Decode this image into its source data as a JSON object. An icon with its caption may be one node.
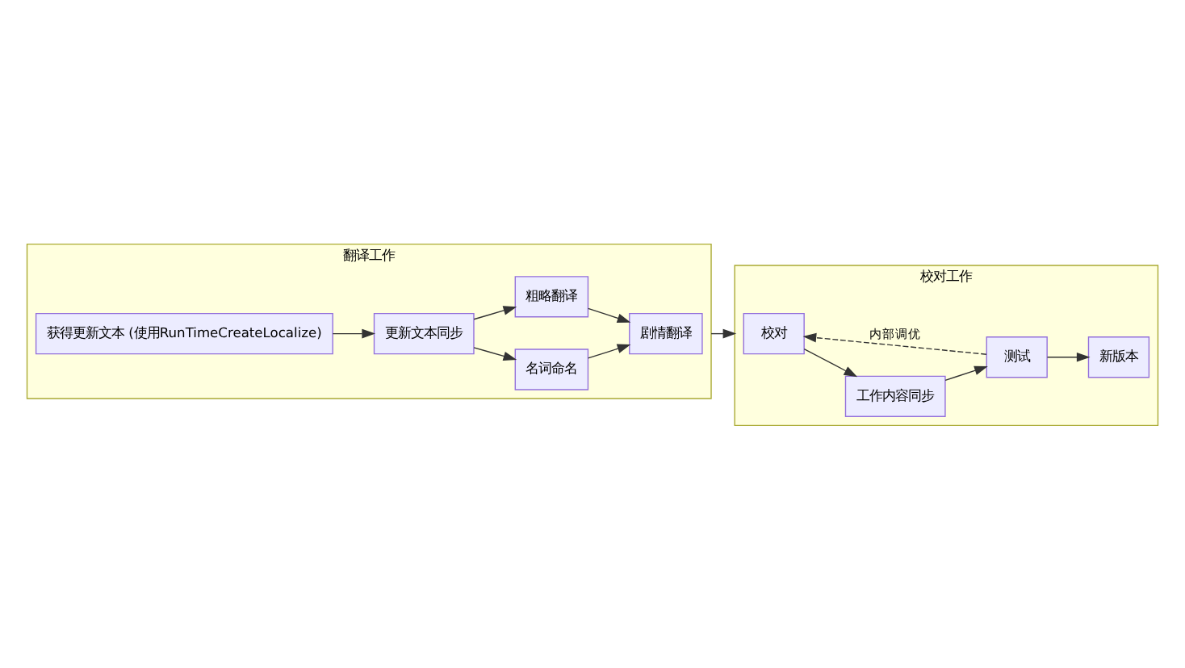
{
  "diagram": {
    "nodes": [
      {
        "text": [
          "翻译工作"
        ]
      },
      {
        "text": [
          "获得更新文本 (使用RunTimeCreateLocalize)"
        ],
        "in": 0
      },
      {
        "text": [
          "更新文本同步"
        ],
        "in": 0
      },
      {
        "text": [
          "名词命名"
        ],
        "in": 0
      },
      {
        "text": [
          "粗略翻译"
        ],
        "in": 0
      },
      {
        "text": [
          "剧情翻译"
        ],
        "in": 0
      },
      {
        "text": [
          "校对工作"
        ]
      },
      {
        "text": [
          "校对"
        ],
        "in": 6
      },
      {
        "text": [
          "工作内容同步"
        ],
        "in": 6
      },
      {
        "text": [
          "测试"
        ],
        "in": 6
      },
      {
        "text": [
          "新版本"
        ],
        "in": 6
      }
    ],
    "edges": [
      {
        "from": 1,
        "to": 2,
        "arrow": "to"
      },
      {
        "from": 2,
        "to": 3,
        "arrow": "to"
      },
      {
        "from": 2,
        "to": 4,
        "arrow": "to"
      },
      {
        "from": 3,
        "to": 5,
        "arrow": "to"
      },
      {
        "from": 4,
        "to": 5,
        "arrow": "to"
      },
      {
        "from": 0,
        "to": 6,
        "arrow": "to"
      },
      {
        "from": 7,
        "to": 8,
        "arrow": "to"
      },
      {
        "from": 8,
        "to": 9,
        "arrow": "to"
      },
      {
        "from": 9,
        "to": 10,
        "arrow": "to"
      },
      {
        "from": 9,
        "to": 7,
        "arrow": "to",
        "label": "内部调优",
        "style": "dashed"
      }
    ]
  }
}
